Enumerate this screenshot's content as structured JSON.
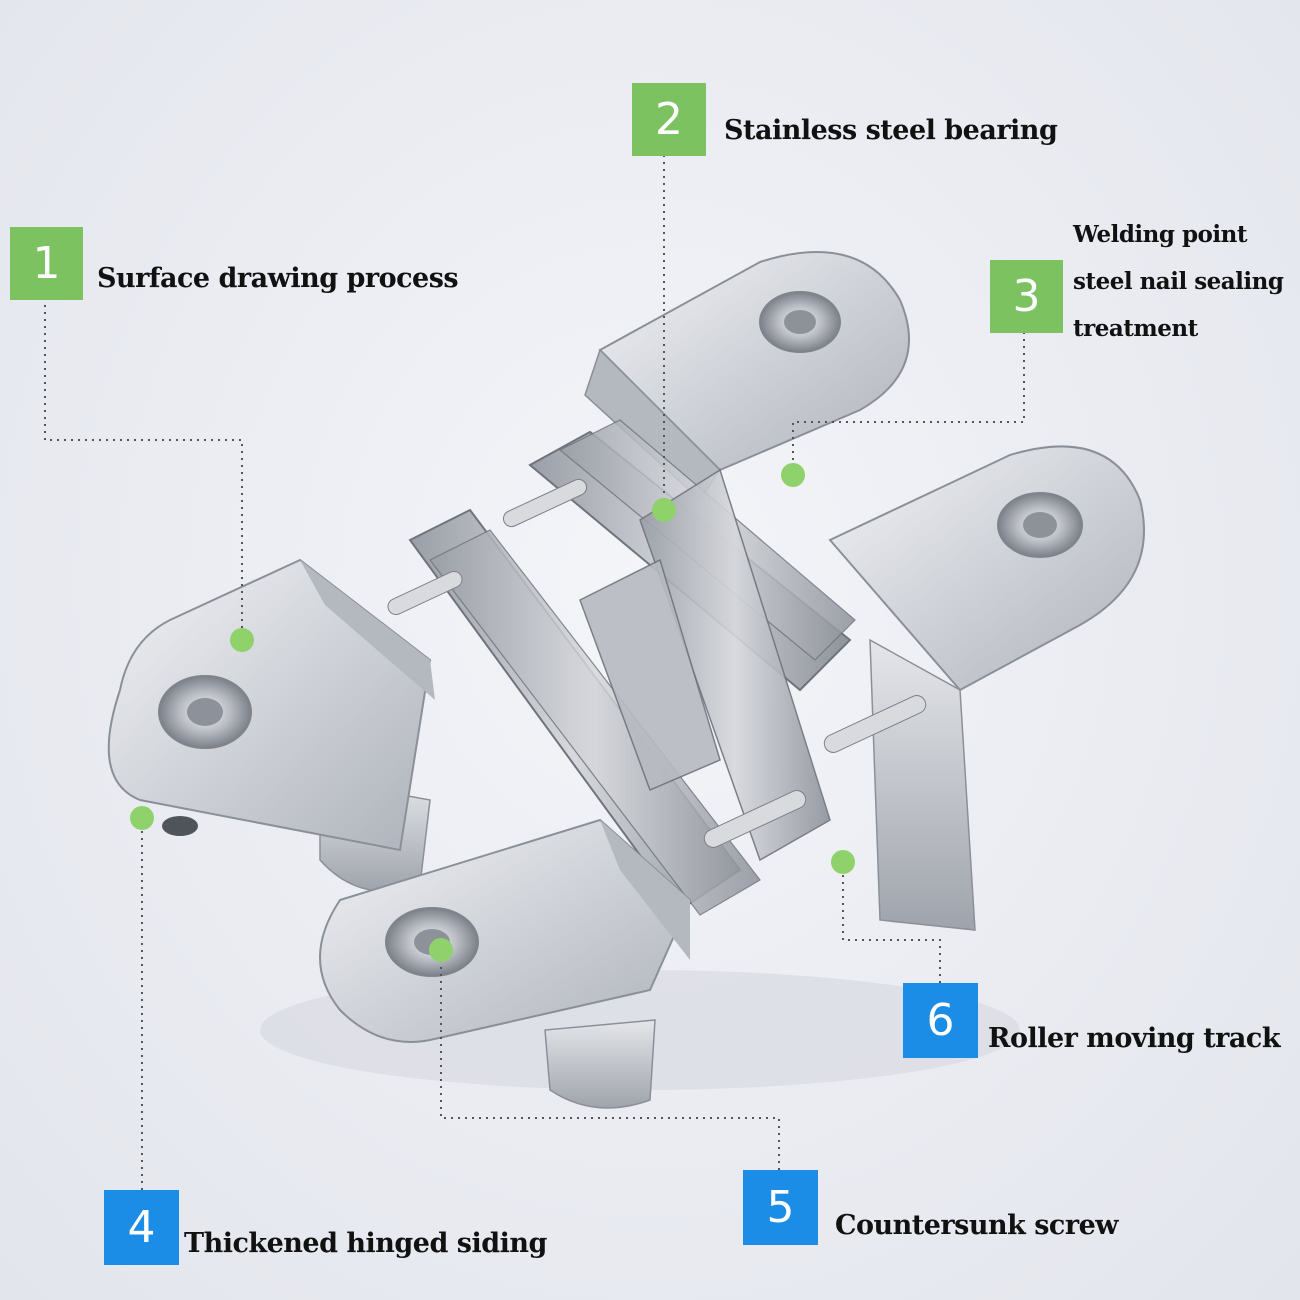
{
  "callouts": [
    {
      "number": "1",
      "label": "Surface drawing process"
    },
    {
      "number": "2",
      "label": "Stainless steel bearing"
    },
    {
      "number": "3",
      "label_lines": [
        "Welding point",
        "steel nail sealing",
        "treatment"
      ]
    },
    {
      "number": "4",
      "label": "Thickened hinged siding"
    },
    {
      "number": "5",
      "label": "Countersunk screw"
    },
    {
      "number": "6",
      "label": "Roller moving track"
    }
  ],
  "colors": {
    "green_badge": "#7cc260",
    "blue_badge": "#1c8de6",
    "marker_dot": "#8fd16a",
    "leader_line": "#555555",
    "hinge_metal": "#c9ccd3"
  }
}
